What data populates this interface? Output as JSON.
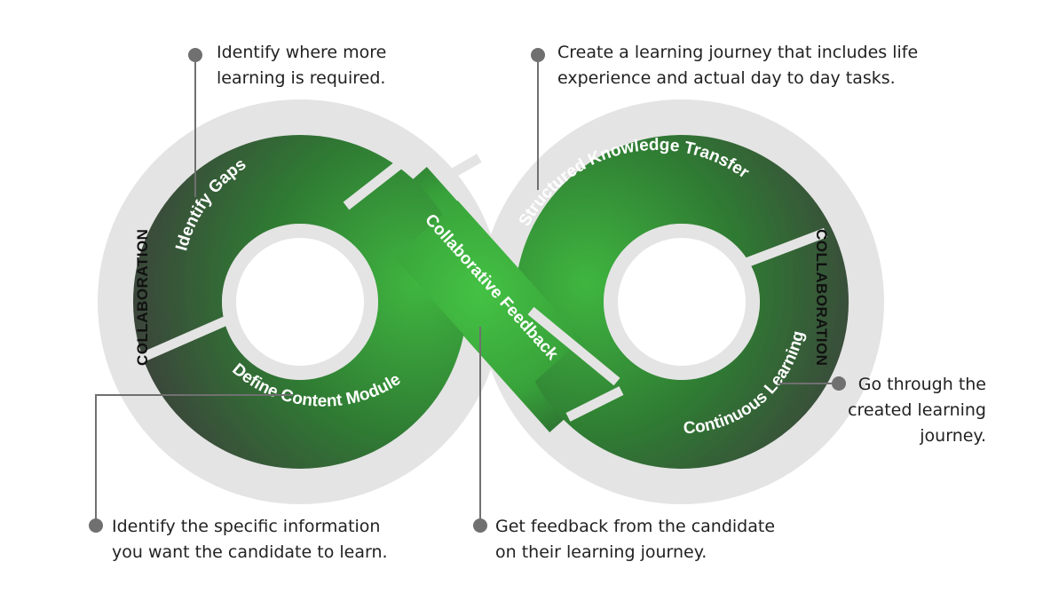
{
  "segments": {
    "identify_gaps": "Identify Gaps",
    "define_content_module": "Define Content Module",
    "collaborative_feedback": "Collaborative Feedback",
    "structured_knowledge_transfer": "Structured Knowledge Transfer",
    "continuous_learning": "Continuous Learning"
  },
  "side_labels": {
    "left": "COLLABORATION",
    "right": "COLLABORATION"
  },
  "callouts": {
    "identify_gaps": [
      "Identify where more",
      "learning is required."
    ],
    "structured_knowledge_transfer": [
      "Create a learning journey that includes life",
      "experience and actual day to day tasks."
    ],
    "continuous_learning": [
      "Go through the",
      "created learning",
      "journey."
    ],
    "define_content_module": [
      "Identify the specific information",
      "you want the candidate to learn."
    ],
    "collaborative_feedback": [
      "Get feedback from the candidate",
      "on their learning journey."
    ]
  },
  "colors": {
    "band_bright": "#3fb63f",
    "band_dark": "#3a4a3a",
    "halo": "#e4e4e4",
    "gap": "#ffffff",
    "connector": "#707070",
    "text": "#222222"
  }
}
